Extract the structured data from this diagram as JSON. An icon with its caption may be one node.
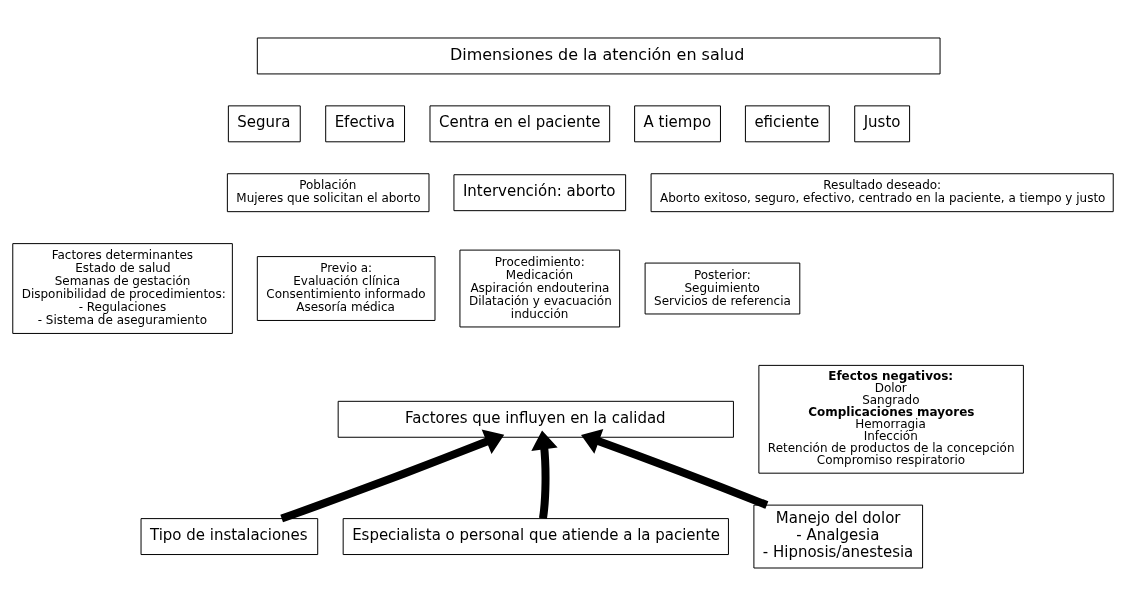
{
  "diagram": {
    "nodes": [
      {
        "text": [
          "Dimensiones de la atención en salud"
        ]
      },
      {
        "text": [
          "Segura"
        ]
      },
      {
        "text": [
          "Efectiva"
        ]
      },
      {
        "text": [
          "Centra en el paciente"
        ]
      },
      {
        "text": [
          "A tiempo"
        ]
      },
      {
        "text": [
          "eficiente"
        ]
      },
      {
        "text": [
          "Justo"
        ]
      },
      {
        "text": [
          "Población",
          "Mujeres que solicitan el aborto"
        ]
      },
      {
        "text": [
          "Intervención: aborto"
        ]
      },
      {
        "text": [
          "Resultado deseado:",
          "Aborto exitoso, seguro, efectivo, centrado en la paciente, a tiempo y justo"
        ]
      },
      {
        "text": [
          "Factores determinantes",
          "Estado de salud",
          "Semanas de gestación",
          "Disponibilidad de procedimientos:",
          "- Regulaciones",
          "- Sistema de aseguramiento"
        ]
      },
      {
        "text": [
          "Previo a:",
          "Evaluación clínica",
          "Consentimiento informado",
          "Asesoría médica"
        ]
      },
      {
        "text": [
          "Procedimiento:",
          "Medicación",
          "Aspiración endouterina",
          "Dilatación y evacuación",
          "inducción"
        ]
      },
      {
        "text": [
          "Posterior:",
          "Seguimiento",
          "Servicios de referencia"
        ]
      },
      {
        "text": [
          "Factores que influyen en la calidad"
        ]
      },
      {
        "text": [
          "**Efectos negativos:**",
          "Dolor",
          "Sangrado",
          "**Complicaciones mayores**",
          "Hemorragia",
          "Infección",
          "Retención de productos de la concepción",
          "Compromiso respiratorio"
        ]
      },
      {
        "text": [
          "Tipo de instalaciones"
        ]
      },
      {
        "text": [
          "Especialista o personal que atiende a la paciente"
        ]
      },
      {
        "text": [
          "Manejo del dolor",
          "- Analgesia",
          "- Hipnosis/anestesia"
        ]
      }
    ],
    "edges": [
      {
        "from": 16,
        "to": 14,
        "arrow": "to"
      },
      {
        "from": 17,
        "to": 14,
        "arrow": "to"
      },
      {
        "from": 18,
        "to": 14,
        "arrow": "to"
      }
    ]
  }
}
